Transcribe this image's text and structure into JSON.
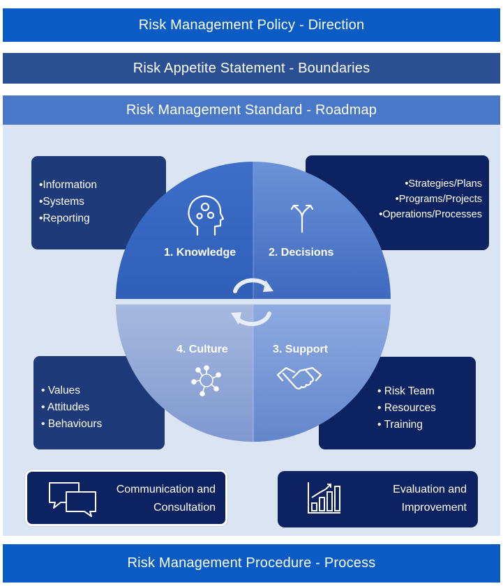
{
  "bands": {
    "policy": "Risk Management Policy - Direction",
    "appetite": "Risk Appetite Statement - Boundaries",
    "standard": "Risk Management Standard - Roadmap",
    "procedure": "Risk Management Procedure - Process"
  },
  "quadrants": {
    "knowledge": {
      "label": "1. Knowledge",
      "icon": "head-gears-icon",
      "items": [
        "•Information",
        "•Systems",
        "•Reporting"
      ]
    },
    "decisions": {
      "label": "2. Decisions",
      "icon": "split-arrows-icon",
      "items": [
        "•Strategies/Plans",
        "•Programs/Projects",
        "•Operations/Processes"
      ]
    },
    "culture": {
      "label": "4. Culture",
      "icon": "team-hands-icon",
      "items": [
        "• Values",
        "• Attitudes",
        "• Behaviours"
      ]
    },
    "support": {
      "label": "3. Support",
      "icon": "handshake-icon",
      "items": [
        "• Risk Team",
        "• Resources",
        "• Training"
      ]
    }
  },
  "bottom": {
    "communication": {
      "line1": "Communication and",
      "line2": "Consultation",
      "icon": "speech-bubbles-icon"
    },
    "evaluation": {
      "line1": "Evaluation and",
      "line2": "Improvement",
      "icon": "bar-chart-icon"
    }
  },
  "colors": {
    "band_primary": "#0a5bc4",
    "band_secondary": "#2b4f93",
    "band_standard": "#4a78c8",
    "panel_background": "#dbe4f3",
    "box_dark": "#0d2361",
    "box_mid": "#1e3a78"
  }
}
